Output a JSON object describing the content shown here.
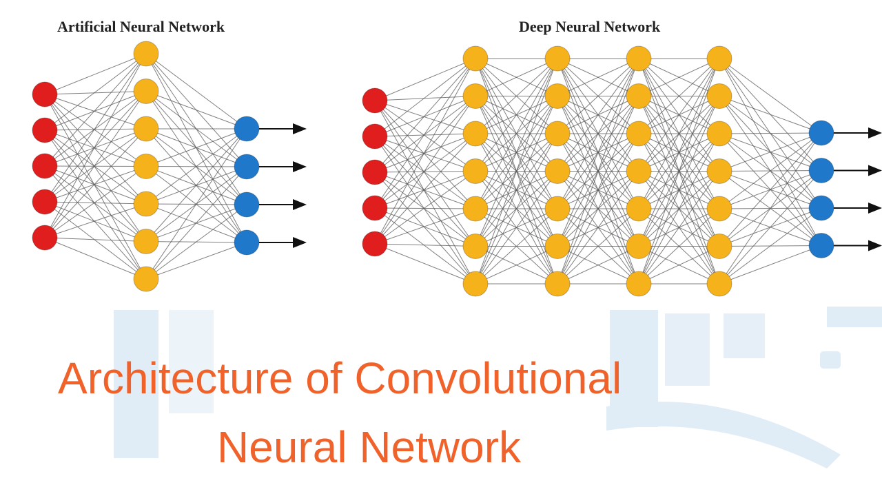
{
  "diagrams": [
    {
      "title": "Artificial Neural Network",
      "layers": [
        {
          "role": "input",
          "nodes": 5,
          "color": "#e01e1e"
        },
        {
          "role": "hidden",
          "nodes": 7,
          "color": "#f6b21b"
        },
        {
          "role": "output",
          "nodes": 4,
          "color": "#1f78c9"
        }
      ]
    },
    {
      "title": "Deep Neural Network",
      "layers": [
        {
          "role": "input",
          "nodes": 5,
          "color": "#e01e1e"
        },
        {
          "role": "hidden",
          "nodes": 7,
          "color": "#f6b21b"
        },
        {
          "role": "hidden",
          "nodes": 7,
          "color": "#f6b21b"
        },
        {
          "role": "hidden",
          "nodes": 7,
          "color": "#f6b21b"
        },
        {
          "role": "hidden",
          "nodes": 7,
          "color": "#f6b21b"
        },
        {
          "role": "output",
          "nodes": 4,
          "color": "#1f78c9"
        }
      ]
    }
  ],
  "caption": {
    "line1": "Architecture of Convolutional",
    "line2": "Neural Network",
    "color": "#f0622a"
  },
  "watermark_color": "#c7dcee",
  "edge_color": "#555555",
  "arrow_color": "#111111"
}
